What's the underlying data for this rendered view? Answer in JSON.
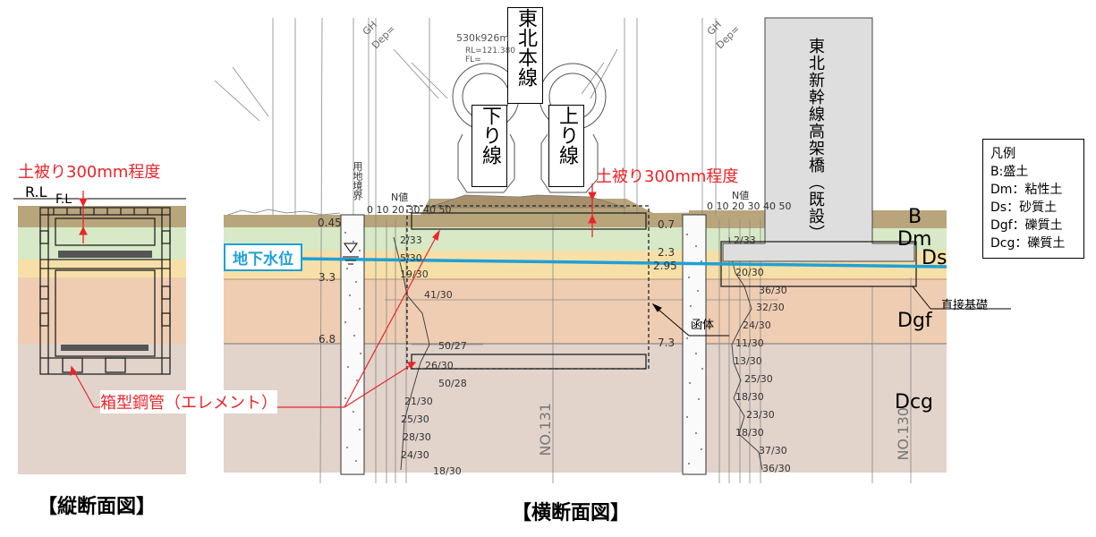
{
  "title_longitudinal": "【縦断面図】",
  "title_cross": "【横断面図】",
  "lines": {
    "line1": "東北本線",
    "down": "下り線",
    "up": "上り線",
    "shinkansen": "東北新幹線高架橋（既設）"
  },
  "annotations": {
    "cover_left": "土被り300mm程度",
    "cover_right": "土被り300mm程度",
    "steel_pipe": "箱型鋼管（エレメント）",
    "groundwater": "地下水位",
    "box_body": "函体",
    "direct_foundation": "直接基礎",
    "rl": "R.L",
    "fl": "F.L",
    "boundary": "用地境界"
  },
  "soil_labels": [
    "B",
    "Dm",
    "Ds",
    "Dgf",
    "Dcg"
  ],
  "legend": {
    "title": "凡例",
    "items": [
      "B:盛土",
      "Dm：粘性土",
      "Ds：砂質土",
      "Dgf：礫質土",
      "Dcg：礫質土"
    ]
  },
  "depths_left": [
    "0.45",
    "3.3",
    "6.8"
  ],
  "depths_right": [
    "0.7",
    "2.3",
    "2.95",
    "7.3"
  ],
  "n_scale": "0 10 20 30 40 50",
  "n_label": "N値",
  "n_values_left": [
    "2/33",
    "5/30",
    "19/30",
    "41/30",
    "50/27",
    "26/30",
    "50/28",
    "21/30",
    "25/30",
    "28/30",
    "24/30",
    "18/30"
  ],
  "n_values_right": [
    "2/33",
    "20/30",
    "36/30",
    "32/30",
    "24/30",
    "11/30",
    "13/30",
    "25/30",
    "18/30",
    "23/30",
    "18/30",
    "37/30",
    "36/30"
  ],
  "station_labels": [
    "NO.131",
    "NO.130"
  ],
  "drawing_text": [
    "530k926m",
    "RL=121.380",
    "FL=",
    "GH",
    "Dep="
  ],
  "colors": {
    "B": "#b9a57c",
    "Dm": "#d7e9c6",
    "Ds": "#f7e0a8",
    "Dgf": "#efcdb3",
    "Dcg": "#e2d3cb",
    "groundwater": "#1fa0d6",
    "annotation": "#e8262a",
    "viaduct": "#dedede"
  }
}
